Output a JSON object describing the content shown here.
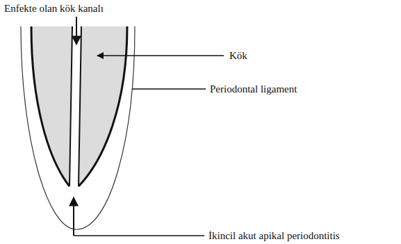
{
  "diagram": {
    "labels": [
      "Enfekte olan kök kanalı",
      "Kök",
      "Periodontal ligament",
      "İkincil akut apikal periodontitis"
    ]
  }
}
